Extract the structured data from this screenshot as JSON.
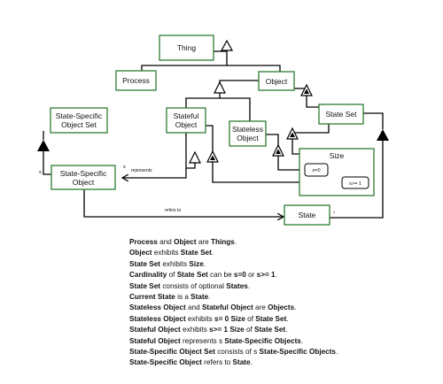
{
  "diagram": {
    "nodes": {
      "thing": "Thing",
      "process": "Process",
      "object": "Object",
      "stateful_object": [
        "Stateful",
        "Object"
      ],
      "stateless_object": [
        "Stateless",
        "Object"
      ],
      "state_set": "State Set",
      "size": "Size",
      "size_s0": "s=0",
      "size_s1": "s>= 1",
      "state_specific_object_set": [
        "State-Specific",
        "Object Set"
      ],
      "state_specific_object": [
        "State-Specific",
        "Object"
      ],
      "state": "State"
    },
    "links": {
      "represents": "represents",
      "refers_to": "refers to",
      "multiplicity_s_left": "s",
      "multiplicity_s_right": "s",
      "multiplicity_star": "*"
    }
  },
  "opl": [
    [
      {
        "b": "Process"
      },
      {
        "t": " and "
      },
      {
        "b": "Object"
      },
      {
        "t": " are "
      },
      {
        "b": "Things"
      },
      {
        "t": "."
      }
    ],
    [
      {
        "b": "Object"
      },
      {
        "t": " exhibits "
      },
      {
        "b": "State Set"
      },
      {
        "t": "."
      }
    ],
    [
      {
        "b": "State Set"
      },
      {
        "t": " exhibits "
      },
      {
        "b": "Size"
      },
      {
        "t": "."
      }
    ],
    [
      {
        "b": "Cardinality"
      },
      {
        "t": " of "
      },
      {
        "b": "State Set"
      },
      {
        "t": " can be "
      },
      {
        "b": "s=0"
      },
      {
        "t": " or "
      },
      {
        "b": "s>= 1"
      },
      {
        "t": "."
      }
    ],
    [
      {
        "b": "State Set"
      },
      {
        "t": " consists of optional "
      },
      {
        "b": "States"
      },
      {
        "t": "."
      }
    ],
    [
      {
        "b": "Current State"
      },
      {
        "t": " is a "
      },
      {
        "b": "State"
      },
      {
        "t": "."
      }
    ],
    [
      {
        "b": "Stateless Object"
      },
      {
        "t": " and "
      },
      {
        "b": "Stateful Object"
      },
      {
        "t": " are "
      },
      {
        "b": "Objects"
      },
      {
        "t": "."
      }
    ],
    [
      {
        "b": "Stateless Object"
      },
      {
        "t": " exhibits "
      },
      {
        "b": "s= 0"
      },
      {
        "t": " "
      },
      {
        "b": "Size"
      },
      {
        "t": " of "
      },
      {
        "b": "State Set"
      },
      {
        "t": "."
      }
    ],
    [
      {
        "b": "Stateful Object"
      },
      {
        "t": " exhibits "
      },
      {
        "b": "s>= 1"
      },
      {
        "t": " "
      },
      {
        "b": "Size"
      },
      {
        "t": " of "
      },
      {
        "b": "State Set"
      },
      {
        "t": "."
      }
    ],
    [
      {
        "b": "Stateful Object"
      },
      {
        "t": " represents s "
      },
      {
        "b": "State-Specific Objects"
      },
      {
        "t": "."
      }
    ],
    [
      {
        "b": "State-Specific Object Set"
      },
      {
        "t": " consists of s "
      },
      {
        "b": "State-Specific Objects"
      },
      {
        "t": "."
      }
    ],
    [
      {
        "b": "State-Specific Object"
      },
      {
        "t": " refers to "
      },
      {
        "b": "State"
      },
      {
        "t": "."
      }
    ]
  ]
}
